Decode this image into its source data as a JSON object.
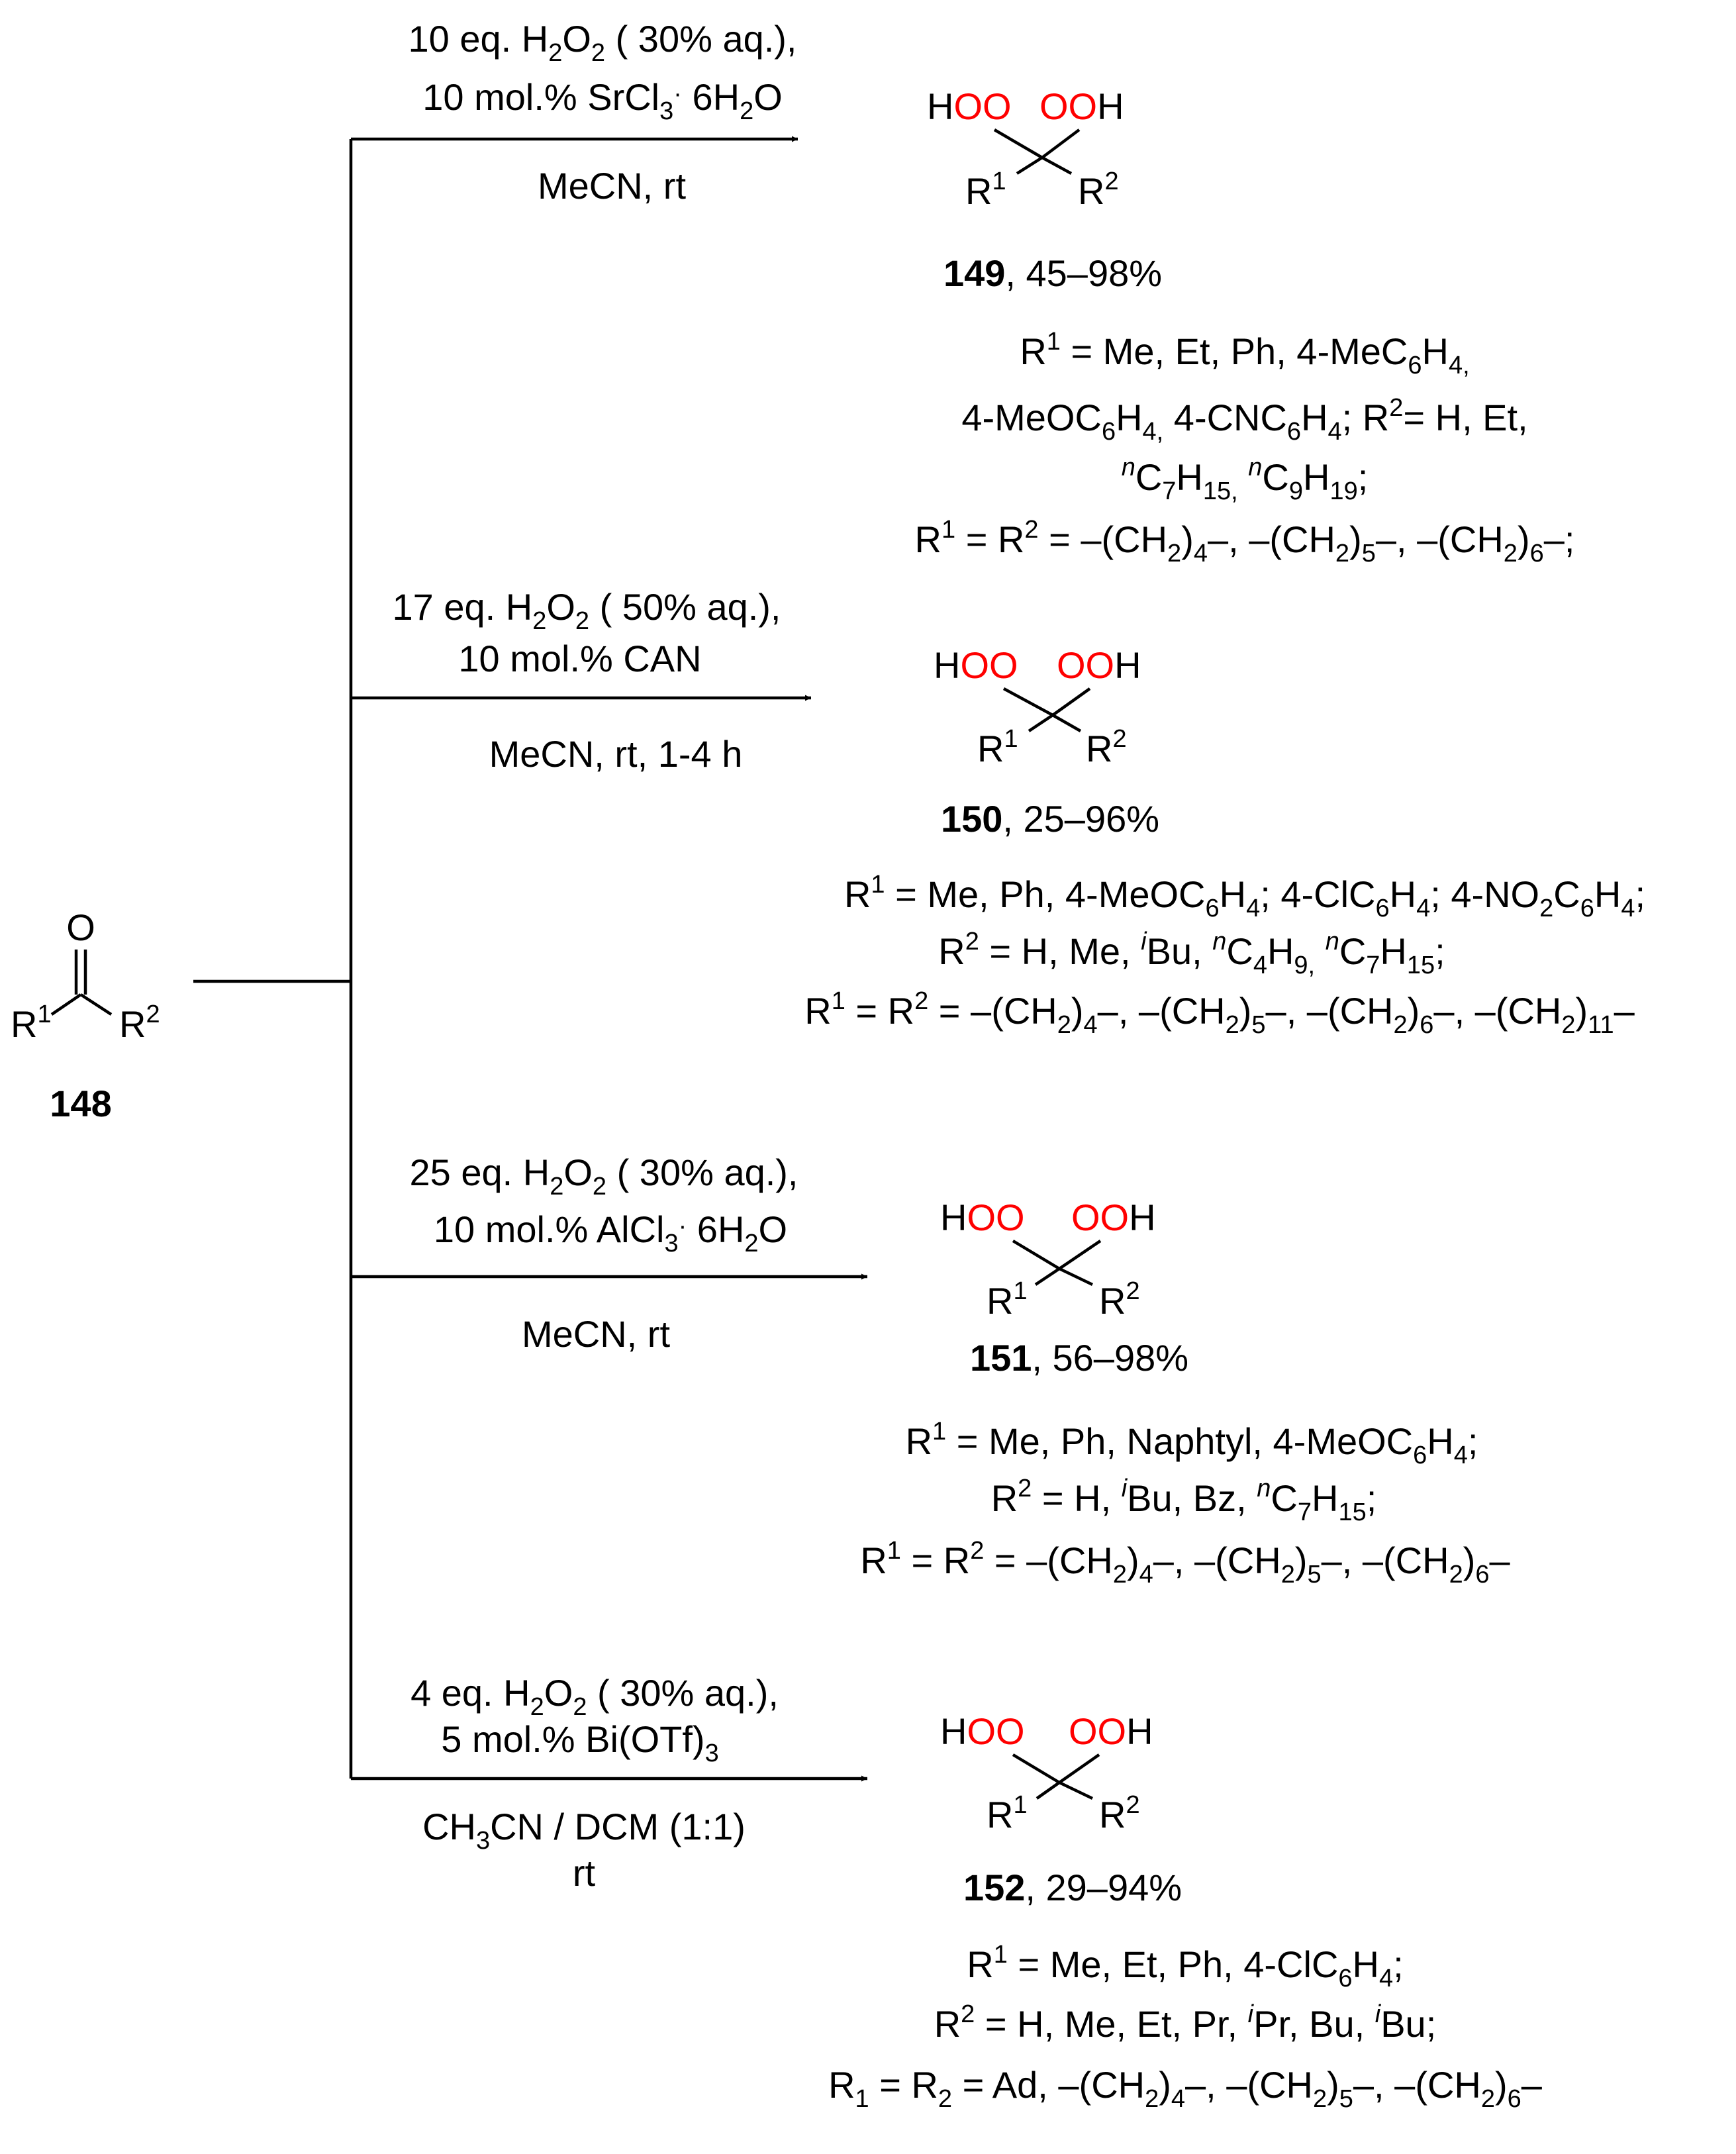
{
  "colors": {
    "oxygen": "#ff0000",
    "ink": "#000000",
    "background": "#ffffff"
  },
  "starting_material": {
    "oxygen": "O",
    "r1": "R",
    "r1_sup": "1",
    "r2": "R",
    "r2_sup": "2",
    "label": "148"
  },
  "products": [
    {
      "conditions": {
        "line1": [
          "10 eq. H",
          "2",
          "O",
          "2",
          " ( 30% aq.),"
        ],
        "line2": [
          "10 mol.% SrCl",
          "3",
          "·",
          " 6H",
          "2",
          "O"
        ],
        "line3": [
          "MeCN, rt"
        ]
      },
      "structure": {
        "hoo_h": "H",
        "hoo_o": "OO",
        "ooh_o": "OO",
        "ooh_h": "H",
        "r1": "R",
        "r1_sup": "1",
        "r2": "R",
        "r2_sup": "2"
      },
      "compound": "149",
      "yield": ", 45–98%",
      "substituents": [
        [
          "R",
          "1",
          " = Me, Et, Ph, 4-MeC",
          "6",
          "H",
          "4,"
        ],
        [
          "4-MeOC",
          "6",
          "H",
          "4,",
          " 4-CNC",
          "6",
          "H",
          "4",
          "; R",
          "2",
          "= H, Et,"
        ],
        [
          "n",
          "C",
          "7",
          "H",
          "15,",
          " ",
          "n",
          "C",
          "9",
          "H",
          "19",
          ";"
        ],
        [
          "R",
          "1",
          " = R",
          "2",
          " = –(CH",
          "2",
          ")",
          "4",
          "–, –(CH",
          "2",
          ")",
          "5",
          "–, –(CH",
          "2",
          ")",
          "6",
          "–;"
        ]
      ]
    },
    {
      "conditions": {
        "line1": [
          "17 eq. H",
          "2",
          "O",
          "2",
          " ( 50% aq.),"
        ],
        "line2": [
          "10 mol.% CAN"
        ],
        "line3": [
          "MeCN, rt, 1-4 h"
        ]
      },
      "structure": {
        "hoo_h": "H",
        "hoo_o": "OO",
        "ooh_o": "OO",
        "ooh_h": "H",
        "r1": "R",
        "r1_sup": "1",
        "r2": "R",
        "r2_sup": "2"
      },
      "compound": "150",
      "yield": ", 25–96%",
      "substituents": [
        [
          "R",
          "1",
          " = Me, Ph, 4-MeOC",
          "6",
          "H",
          "4",
          "; 4-ClC",
          "6",
          "H",
          "4",
          "; 4-NO",
          "2",
          "C",
          "6",
          "H",
          "4",
          ";"
        ],
        [
          "R",
          "2",
          " = H, Me, ",
          "i",
          "Bu, ",
          "n",
          "C",
          "4",
          "H",
          "9,",
          " ",
          "n",
          "C",
          "7",
          "H",
          "15",
          ";"
        ],
        [
          "R",
          "1",
          " = R",
          "2",
          " = –(CH",
          "2",
          ")",
          "4",
          "–, –(CH",
          "2",
          ")",
          "5",
          "–, –(CH",
          "2",
          ")",
          "6",
          "–, –(CH",
          "2",
          ")",
          "11",
          "–"
        ]
      ]
    },
    {
      "conditions": {
        "line1": [
          "25 eq. H",
          "2",
          "O",
          "2",
          " ( 30% aq.),"
        ],
        "line2": [
          "10 mol.% AlCl",
          "3",
          "·",
          " 6H",
          "2",
          "O"
        ],
        "line3": [
          "MeCN, rt"
        ]
      },
      "structure": {
        "hoo_h": "H",
        "hoo_o": "OO",
        "ooh_o": "OO",
        "ooh_h": "H",
        "r1": "R",
        "r1_sup": "1",
        "r2": "R",
        "r2_sup": "2"
      },
      "compound": "151",
      "yield": ", 56–98%",
      "substituents": [
        [
          "R",
          "1",
          " = Me,  Ph, Naphtyl, 4-MeOC",
          "6",
          "H",
          "4",
          ";"
        ],
        [
          "R",
          "2",
          " = H,  ",
          "i",
          "Bu, Bz, ",
          "n",
          "C",
          "7",
          "H",
          "15",
          ";"
        ],
        [
          "R",
          "1",
          " = R",
          "2",
          " = –(CH",
          "2",
          ")",
          "4",
          "–, –(CH",
          "2",
          ")",
          "5",
          "–, –(CH",
          "2",
          ")",
          "6",
          "–"
        ]
      ]
    },
    {
      "conditions": {
        "line1": [
          "4 eq. H",
          "2",
          "O",
          "2",
          " ( 30% aq.),"
        ],
        "line2": [
          "5 mol.% Bi(OTf)",
          "3"
        ],
        "line3": [
          "CH",
          "3",
          "CN / DCM (1:1)"
        ],
        "line4": [
          "rt"
        ]
      },
      "structure": {
        "hoo_h": "H",
        "hoo_o": "OO",
        "ooh_o": "OO",
        "ooh_h": "H",
        "r1": "R",
        "r1_sup": "1",
        "r2": "R",
        "r2_sup": "2"
      },
      "compound": "152",
      "yield": ", 29–94%",
      "substituents": [
        [
          "R",
          "1",
          " = Me, Et,  Ph,  4-ClC",
          "6",
          "H",
          "4",
          ";"
        ],
        [
          "R",
          "2",
          " = H, Me, Et, Pr, ",
          "i",
          "Pr, Bu, ",
          "i",
          "Bu;"
        ],
        [
          "R",
          "1",
          " = R",
          "2",
          " = Ad, –(CH",
          "2",
          ")",
          "4",
          "–, –(CH",
          "2",
          ")",
          "5",
          "–, –(CH",
          "2",
          ")",
          "6",
          "–"
        ]
      ]
    }
  ]
}
